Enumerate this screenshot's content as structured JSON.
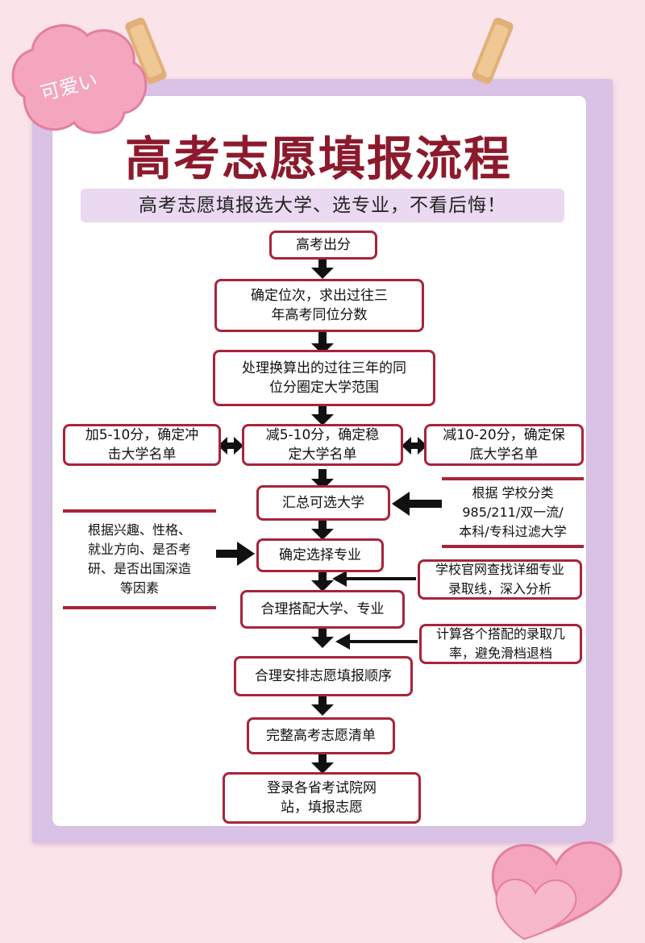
{
  "badge": {
    "label": "可爱い"
  },
  "title": "高考志愿填报流程",
  "subtitle": "高考志愿填报选大学、选专业，不看后悔！",
  "steps": {
    "s1": "高考出分",
    "s2": "确定位次，求出过往三\n年高考同位分数",
    "s3": "处理换算出的过往三年的同\n位分圈定大学范围",
    "left_tier": "加5-10分，确定冲\n击大学名单",
    "mid_tier": "减5-10分，确定稳\n定大学名单",
    "right_tier": "减10-20分，确定保\n底大学名单",
    "s5": "汇总可选大学",
    "s6": "确定选择专业",
    "s7": "合理搭配大学、专业",
    "s8": "合理安排志愿填报顺序",
    "s9": "完整高考志愿清单",
    "s10": "登录各省考试院网\n站，填报志愿"
  },
  "notes": {
    "filter": "根据 学校分类\n985/211/双一流/\n本科/专科过滤大学",
    "interest": "根据兴趣、性格、\n就业方向、是否考\n研、是否出国深造\n等因素",
    "official": "学校官网查找详细专业\n录取线，深入分析",
    "probability": "计算各个搭配的录取几\n率，避免滑档退档"
  },
  "colors": {
    "accent": "#a8243a",
    "title": "#8c1a2c",
    "frame": "#d9c2e6",
    "background": "#fbe3ea",
    "heart": "#f4a6be"
  }
}
